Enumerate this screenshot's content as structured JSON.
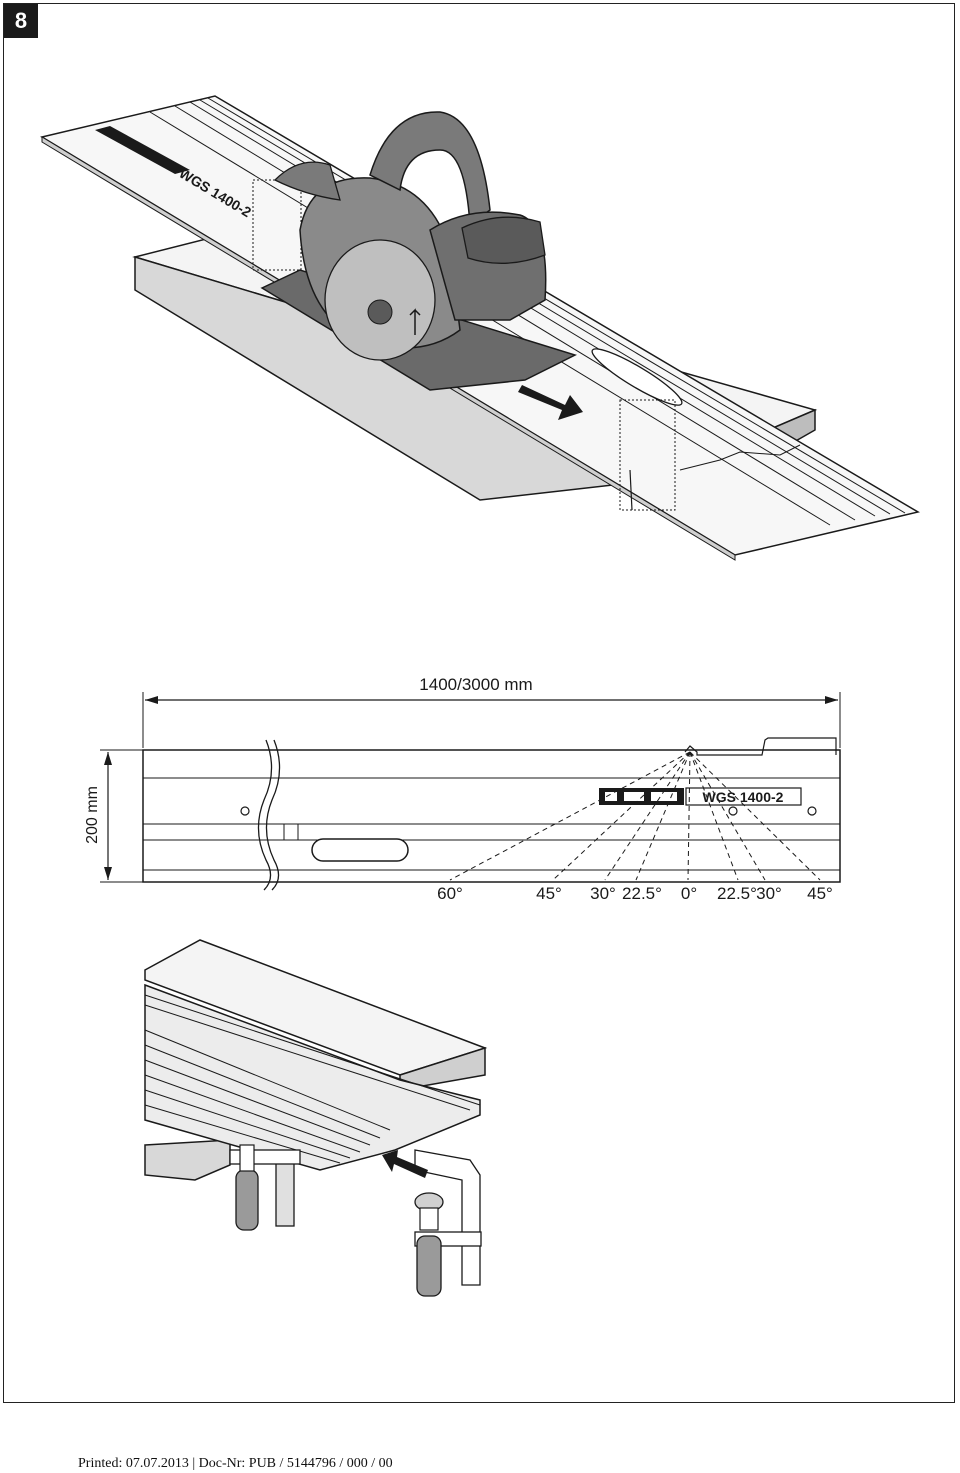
{
  "page_number": "8",
  "figure_top": {
    "rail_label": "WGS 1400-2"
  },
  "figure_middle": {
    "length_label": "1400/3000 mm",
    "width_label": "200 mm",
    "rail_label": "WGS 1400-2",
    "angles": [
      "60°",
      "45°",
      "30°",
      "22.5°",
      "0°",
      "22.5°",
      "30°",
      "45°"
    ]
  },
  "footer": {
    "printed": "Printed: 07.07.2013 | Doc-Nr: PUB / 5144796 / 000 / 00"
  },
  "colors": {
    "ink": "#1a1a1a",
    "tool_gray": "#8a8a8a",
    "tool_dark": "#4a4a4a",
    "board_face": "#f2f2f2",
    "board_edge": "#d0d0d0"
  }
}
